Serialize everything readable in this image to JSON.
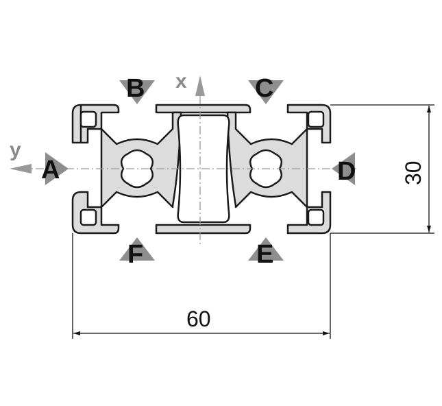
{
  "axes": {
    "x_label": "x",
    "y_label": "y"
  },
  "slots": {
    "a": "A",
    "b": "B",
    "c": "C",
    "d": "D",
    "e": "E",
    "f": "F"
  },
  "dimensions": {
    "width": "60",
    "height": "30"
  },
  "colors": {
    "profile_fill": "#dcdcdc",
    "profile_stroke": "#1a1a1a",
    "marker": "#8e8e8e",
    "axis": "#999999",
    "dimension_line": "#111111"
  }
}
